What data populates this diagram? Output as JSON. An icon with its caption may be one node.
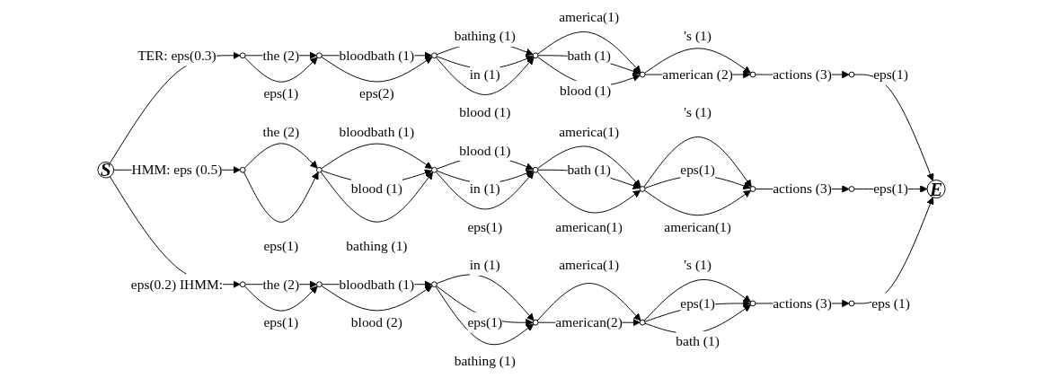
{
  "diagram": {
    "nodes": [
      {
        "text": [
          "S"
        ]
      },
      {
        "text": [],
        "shape": "circle"
      },
      {
        "text": [],
        "shape": "circle"
      },
      {
        "text": [],
        "shape": "circle"
      },
      {
        "text": [],
        "shape": "circle"
      },
      {
        "text": [],
        "shape": "circle"
      },
      {
        "text": [],
        "shape": "circle"
      },
      {
        "text": [],
        "shape": "circle"
      },
      {
        "text": [],
        "shape": "circle"
      },
      {
        "text": [],
        "shape": "circle"
      },
      {
        "text": [],
        "shape": "circle"
      },
      {
        "text": [],
        "shape": "circle"
      },
      {
        "text": [],
        "shape": "circle"
      },
      {
        "text": [],
        "shape": "circle"
      },
      {
        "text": [],
        "shape": "circle"
      },
      {
        "text": [],
        "shape": "circle"
      },
      {
        "text": [],
        "shape": "circle"
      },
      {
        "text": [],
        "shape": "circle"
      },
      {
        "text": [],
        "shape": "circle"
      },
      {
        "text": [],
        "shape": "circle"
      },
      {
        "text": [],
        "shape": "circle"
      },
      {
        "text": [],
        "shape": "circle"
      },
      {
        "text": [
          "E"
        ]
      }
    ],
    "edges": [
      {
        "from": 0,
        "to": 1,
        "label": "TER: eps(0.3)",
        "arrow": "to"
      },
      {
        "from": 1,
        "to": 2,
        "label": "the (2)",
        "arrow": "to"
      },
      {
        "from": 1,
        "to": 2,
        "label": "eps(1)",
        "arrow": "to"
      },
      {
        "from": 2,
        "to": 3,
        "label": "bloodbath (1)",
        "arrow": "to"
      },
      {
        "from": 2,
        "to": 3,
        "label": "eps(2)",
        "arrow": "to"
      },
      {
        "from": 3,
        "to": 4,
        "label": "bathing (1)",
        "arrow": "to"
      },
      {
        "from": 3,
        "to": 4,
        "label": "in (1)",
        "arrow": "to"
      },
      {
        "from": 3,
        "to": 4,
        "label": "blood (1)",
        "arrow": "to"
      },
      {
        "from": 4,
        "to": 5,
        "label": "america(1)",
        "arrow": "to"
      },
      {
        "from": 4,
        "to": 5,
        "label": "bath (1)",
        "arrow": "to"
      },
      {
        "from": 4,
        "to": 5,
        "label": "blood (1)",
        "arrow": "to"
      },
      {
        "from": 5,
        "to": 6,
        "label": "'s (1)",
        "arrow": "to"
      },
      {
        "from": 5,
        "to": 6,
        "label": "american (2)",
        "arrow": "to"
      },
      {
        "from": 6,
        "to": 7,
        "label": "actions (3)",
        "arrow": "to"
      },
      {
        "from": 7,
        "to": 22,
        "label": "eps(1)",
        "arrow": "to"
      },
      {
        "from": 0,
        "to": 8,
        "label": "HMM: eps (0.5)",
        "arrow": "to"
      },
      {
        "from": 8,
        "to": 9,
        "label": "the (2)",
        "arrow": "to"
      },
      {
        "from": 8,
        "to": 9,
        "label": "eps(1)",
        "arrow": "to"
      },
      {
        "from": 9,
        "to": 10,
        "label": "bloodbath (1)",
        "arrow": "to"
      },
      {
        "from": 9,
        "to": 10,
        "label": "blood (1)",
        "arrow": "to"
      },
      {
        "from": 9,
        "to": 10,
        "label": "bathing (1)",
        "arrow": "to"
      },
      {
        "from": 10,
        "to": 11,
        "label": "blood (1)",
        "arrow": "to"
      },
      {
        "from": 10,
        "to": 11,
        "label": "in (1)",
        "arrow": "to"
      },
      {
        "from": 10,
        "to": 11,
        "label": "eps(1)",
        "arrow": "to"
      },
      {
        "from": 11,
        "to": 12,
        "label": "america(1)",
        "arrow": "to"
      },
      {
        "from": 11,
        "to": 12,
        "label": "bath (1)",
        "arrow": "to"
      },
      {
        "from": 11,
        "to": 12,
        "label": "american(1)",
        "arrow": "to"
      },
      {
        "from": 12,
        "to": 13,
        "label": "'s (1)",
        "arrow": "to"
      },
      {
        "from": 12,
        "to": 13,
        "label": "eps(1)",
        "arrow": "to"
      },
      {
        "from": 12,
        "to": 13,
        "label": "american(1)",
        "arrow": "to"
      },
      {
        "from": 13,
        "to": 14,
        "label": "actions (3)",
        "arrow": "to"
      },
      {
        "from": 14,
        "to": 22,
        "label": "eps(1)",
        "arrow": "to"
      },
      {
        "from": 0,
        "to": 15,
        "label": "eps(0.2) IHMM:",
        "arrow": "to"
      },
      {
        "from": 15,
        "to": 16,
        "label": "the (2)",
        "arrow": "to"
      },
      {
        "from": 15,
        "to": 16,
        "label": "eps(1)",
        "arrow": "to"
      },
      {
        "from": 16,
        "to": 17,
        "label": "bloodbath (1)",
        "arrow": "to"
      },
      {
        "from": 16,
        "to": 17,
        "label": "blood (2)",
        "arrow": "to"
      },
      {
        "from": 17,
        "to": 18,
        "label": "in (1)",
        "arrow": "to"
      },
      {
        "from": 17,
        "to": 18,
        "label": "eps(1)",
        "arrow": "to"
      },
      {
        "from": 17,
        "to": 18,
        "label": "bathing (1)",
        "arrow": "to"
      },
      {
        "from": 18,
        "to": 19,
        "label": "america(1)",
        "arrow": "to"
      },
      {
        "from": 18,
        "to": 19,
        "label": "american(2)",
        "arrow": "to"
      },
      {
        "from": 19,
        "to": 20,
        "label": "'s (1)",
        "arrow": "to"
      },
      {
        "from": 19,
        "to": 20,
        "label": "eps(1)",
        "arrow": "to"
      },
      {
        "from": 19,
        "to": 20,
        "label": "bath (1)",
        "arrow": "to"
      },
      {
        "from": 20,
        "to": 21,
        "label": "actions (3)",
        "arrow": "to"
      },
      {
        "from": 21,
        "to": 22,
        "label": "eps (1)",
        "arrow": "to"
      }
    ]
  }
}
